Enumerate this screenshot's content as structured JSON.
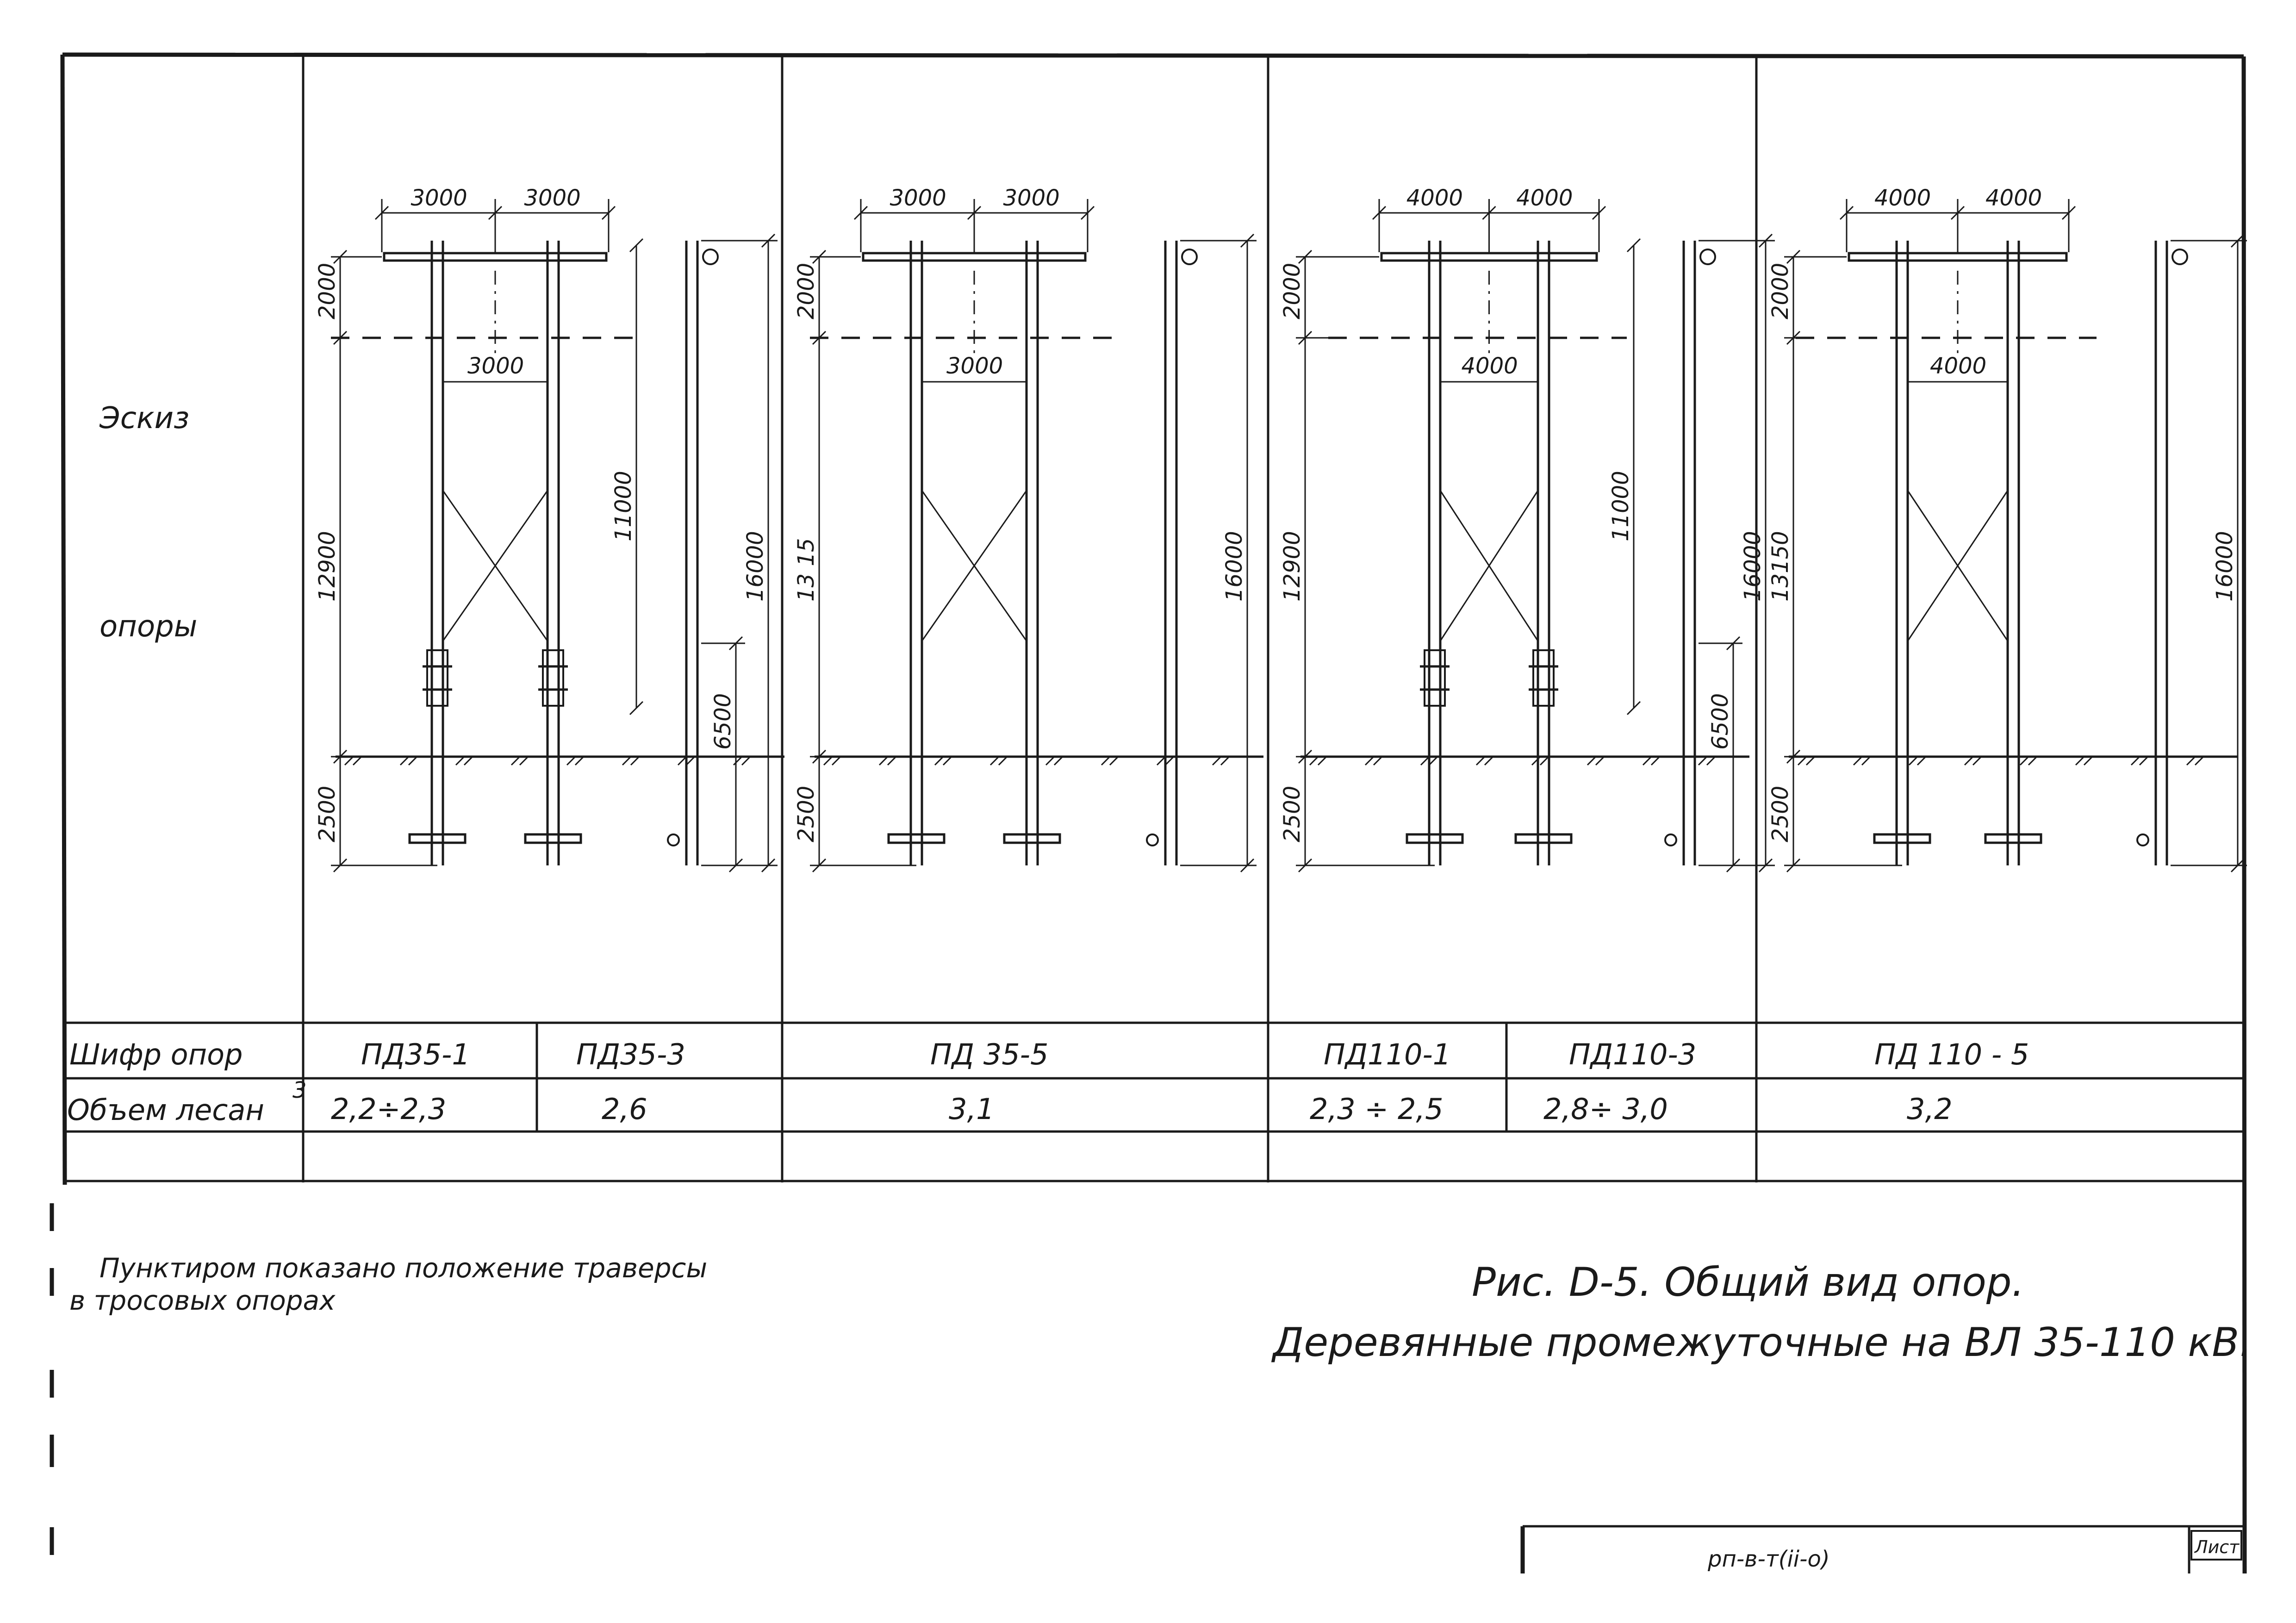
{
  "row_labels": {
    "sketch_line1": "Эскиз",
    "sketch_line2": "опоры",
    "cipher": "Шифр опор",
    "volume": "Объем лесан",
    "volume_sup": "3"
  },
  "supports": [
    {
      "code": "ПД35-1",
      "volume": "2,2÷2,3"
    },
    {
      "code": "ПД35-3",
      "volume": "2,6"
    },
    {
      "code": "ПД 35-5",
      "volume": "3,1"
    },
    {
      "code": "ПД110-1",
      "volume": "2,3 ÷ 2,5"
    },
    {
      "code": "ПД110-3",
      "volume": "2,8÷ 3,0"
    },
    {
      "code": "ПД 110 - 5",
      "volume": "3,2"
    }
  ],
  "sketches": [
    {
      "arm_left": "3000",
      "arm_right": "3000",
      "drop": "2000",
      "gap": "3000",
      "height": "12900",
      "depth": "2500",
      "side_height": "16000",
      "side_upper": "11000",
      "side_lower": "6500"
    },
    {
      "arm_left": "3000",
      "arm_right": "3000",
      "drop": "2000",
      "gap": "3000",
      "height": "13 15",
      "depth": "2500",
      "side_height": "16000"
    },
    {
      "arm_left": "4000",
      "arm_right": "4000",
      "drop": "2000",
      "gap": "4000",
      "height": "12900",
      "depth": "2500",
      "side_height": "16000",
      "side_upper": "11000",
      "side_lower": "6500"
    },
    {
      "arm_left": "4000",
      "arm_right": "4000",
      "drop": "2000",
      "gap": "4000",
      "height": "13150",
      "depth": "2500",
      "side_height": "16000"
    }
  ],
  "note": {
    "line1": "Пунктиром показано положение траверсы",
    "line2": "в тросовых опорах"
  },
  "caption": {
    "line1": "Рис. D-5. Общий вид опор.",
    "line2": "Деревянные промежуточные на ВЛ 35-110 кВ."
  },
  "stamp": {
    "code": "рп-в-т(ii-о)",
    "sheet": "Лист"
  }
}
